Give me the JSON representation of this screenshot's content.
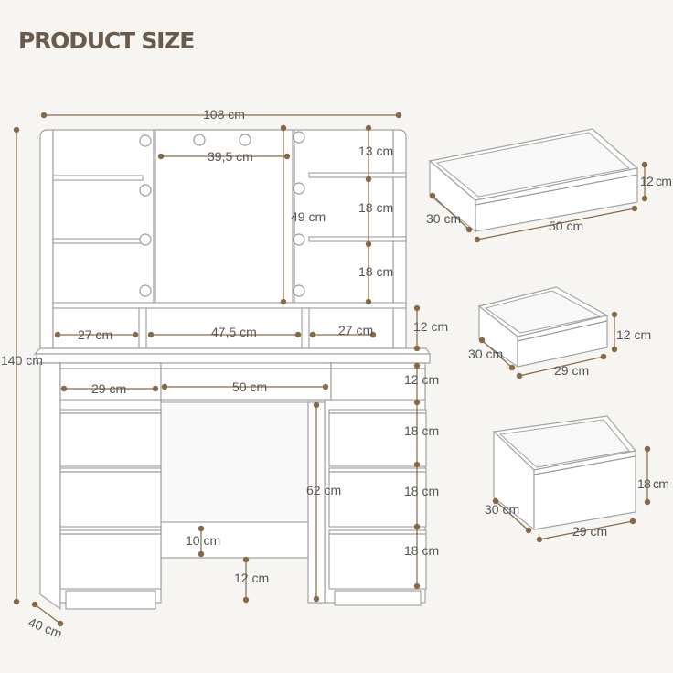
{
  "title": "PRODUCT SIZE",
  "labels": {
    "total_width": "108 cm",
    "total_height": "140 cm",
    "depth": "40 cm",
    "mirror_width": "39,5 cm",
    "mirror_height": "49 cm",
    "right_shelf_13": "13 cm",
    "right_shelf_18a": "18 cm",
    "right_shelf_18b": "18 cm",
    "base_left": "27 cm",
    "base_mid": "47,5 cm",
    "base_right": "27 cm",
    "base_height": "12 cm",
    "drawer_left_width": "29 cm",
    "drawer_center_width": "50 cm",
    "drawer_top_height": "12 cm",
    "drawer_r1": "18 cm",
    "drawer_r2": "18 cm",
    "drawer_r3": "18 cm",
    "knee_height": "62 cm",
    "crossbar_height": "10 cm",
    "bottom_gap": "12 cm"
  },
  "drawers": [
    {
      "depth": "30 cm",
      "width": "50 cm",
      "height": "12 cm"
    },
    {
      "depth": "30 cm",
      "width": "29 cm",
      "height": "12 cm"
    },
    {
      "depth": "30 cm",
      "width": "29 cm",
      "height": "18 cm"
    }
  ],
  "colors": {
    "dimension": "#866a48",
    "title": "#6a5a4e",
    "outline": "#a3a3a3"
  }
}
